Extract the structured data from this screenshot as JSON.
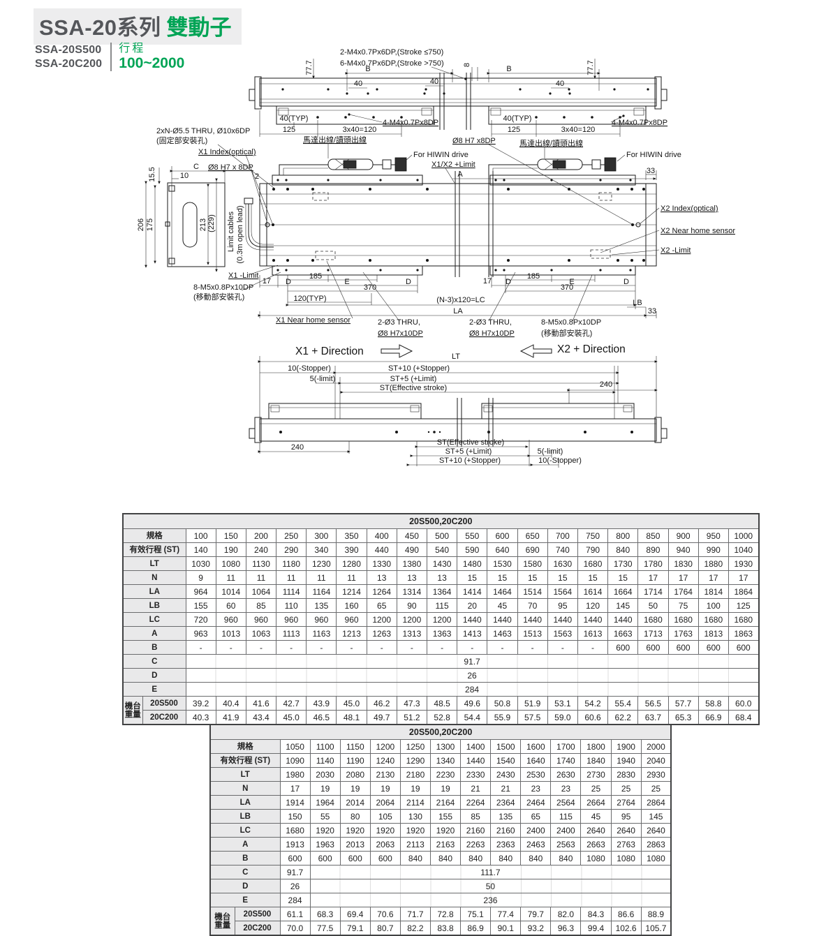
{
  "colors": {
    "accent_green": "#00A455",
    "title_gray": "#54565A",
    "band_bg": "#EDEDEE"
  },
  "header": {
    "series_title": "SSA-20系列",
    "series_subtitle": "雙動子",
    "model1": "SSA-20S500",
    "model2": "SSA-20C200",
    "stroke_label": "行程",
    "stroke_range": "100~2000"
  },
  "drawing": {
    "labels": {
      "screw_top1": "2-M4x0.7Px6DP,(Stroke ≤750)",
      "screw_top2": "6-M4x0.7Px6DP,(Stroke >750)",
      "dim_777_left": "77.7",
      "dim_777_right": "77.7",
      "dim_b_left": "B",
      "dim_b_right": "B",
      "dim_8": "8",
      "dim_40_a": "40",
      "dim_40_b": "40",
      "dim_40_c": "40",
      "dim_40typ_left": "40(TYP)",
      "dim_125_left": "125",
      "dim_3x40_left": "3x40=120",
      "screw_4m4_left": "4-M4x0.7Px8DP",
      "dim_40typ_right": "40(TYP)",
      "dim_125_right": "125",
      "dim_3x40_right": "3x40=120",
      "screw_4m4_right": "4-M4x0.7Px8DP",
      "hole_note1": "2xN-Ø5.5 THRU, Ø10x6DP",
      "hole_note1b": "(固定部安裝孔)",
      "x1_index": "X1 Index(optical)",
      "pin_left": "Ø8 H7 x 8DP",
      "cable_left": "馬達出線/讀頭出線",
      "hiwin_left": "For HIWIN drive",
      "pin_right": "Ø8 H7 x8DP",
      "cable_right": "馬達出線/讀頭出線",
      "hiwin_right": "For HIWIN drive",
      "x1x2_limit": "X1/X2 +Limit",
      "dim_2": "2",
      "dim_a": "A",
      "dim_33_top": "33",
      "x2_index": "X2 Index(optical)",
      "x2_near_home": "X2 Near home sensor",
      "x2_limit": "X2 -Limit",
      "dim_155": "15.5",
      "dim_c": "C",
      "dim_10": "10",
      "dim_206": "206",
      "dim_175": "175",
      "dim_213": "213",
      "dim_229": "(229)",
      "limit_cables1": "Limit cables",
      "limit_cables2": "(0.3m open lead)",
      "x1_limit": "X1 -Limit",
      "screw_8m5_left1": "8-M5x0.8Px10DP",
      "screw_8m5_left2": "(移動部安裝孔)",
      "dim_17_left": "17",
      "dim_d1": "D",
      "dim_185_left": "185",
      "dim_e_left": "E",
      "dim_d2": "D",
      "dim_370_left": "370",
      "dim_120typ": "120(TYP)",
      "dim_17_right": "17",
      "dim_d3": "D",
      "dim_185_right": "185",
      "dim_e_right": "E",
      "dim_d4": "D",
      "dim_370_right": "370",
      "dim_n3": "(N-3)x120=LC",
      "dim_la": "LA",
      "dim_lb": "LB",
      "dim_33_bottom": "33",
      "x1_near_home": "X1 Near home sensor",
      "hole_2d3_1a": "2-Ø3 THRU,",
      "hole_2d3_1b": "Ø8 H7x10DP",
      "hole_2d3_2a": "2-Ø3 THRU,",
      "hole_2d3_2b": "Ø8 H7x10DP",
      "screw_8m5_right1": "8-M5x0.8Px10DP",
      "screw_8m5_right2": "(移動部安裝孔)",
      "x1_direction": "X1 + Direction",
      "x2_direction": "X2 + Direction",
      "dim_lt": "LT",
      "s_10stop_l": "10(-Stopper)",
      "s_st10_l": "ST+10 (+Stopper)",
      "s_5lim_l": "5(-limit)",
      "s_st5_l": "ST+5 (+Limit)",
      "s_st_l": "ST(Effective stroke)",
      "dim_240_tr": "240",
      "dim_240_bl": "240",
      "s_st_b": "ST(Effective stroke)",
      "s_st5_b": "ST+5 (+Limit)",
      "s_5lim_b": "5(-limit)",
      "s_st10_b": "ST+10 (+Stopper)",
      "s_10stop_b": "10(-Stopper)"
    }
  },
  "table1": {
    "title": "20S500,20C200",
    "group_label": "機台重量",
    "rows": [
      {
        "label": "規格",
        "values": [
          "100",
          "150",
          "200",
          "250",
          "300",
          "350",
          "400",
          "450",
          "500",
          "550",
          "600",
          "650",
          "700",
          "750",
          "800",
          "850",
          "900",
          "950",
          "1000"
        ]
      },
      {
        "label": "有效行程 (ST)",
        "values": [
          "140",
          "190",
          "240",
          "290",
          "340",
          "390",
          "440",
          "490",
          "540",
          "590",
          "640",
          "690",
          "740",
          "790",
          "840",
          "890",
          "940",
          "990",
          "1040"
        ]
      },
      {
        "label": "LT",
        "values": [
          "1030",
          "1080",
          "1130",
          "1180",
          "1230",
          "1280",
          "1330",
          "1380",
          "1430",
          "1480",
          "1530",
          "1580",
          "1630",
          "1680",
          "1730",
          "1780",
          "1830",
          "1880",
          "1930"
        ]
      },
      {
        "label": "N",
        "values": [
          "9",
          "11",
          "11",
          "11",
          "11",
          "11",
          "13",
          "13",
          "13",
          "15",
          "15",
          "15",
          "15",
          "15",
          "15",
          "17",
          "17",
          "17",
          "17"
        ]
      },
      {
        "label": "LA",
        "values": [
          "964",
          "1014",
          "1064",
          "1114",
          "1164",
          "1214",
          "1264",
          "1314",
          "1364",
          "1414",
          "1464",
          "1514",
          "1564",
          "1614",
          "1664",
          "1714",
          "1764",
          "1814",
          "1864"
        ]
      },
      {
        "label": "LB",
        "values": [
          "155",
          "60",
          "85",
          "110",
          "135",
          "160",
          "65",
          "90",
          "115",
          "20",
          "45",
          "70",
          "95",
          "120",
          "145",
          "50",
          "75",
          "100",
          "125"
        ]
      },
      {
        "label": "LC",
        "values": [
          "720",
          "960",
          "960",
          "960",
          "960",
          "960",
          "1200",
          "1200",
          "1200",
          "1440",
          "1440",
          "1440",
          "1440",
          "1440",
          "1440",
          "1680",
          "1680",
          "1680",
          "1680"
        ]
      },
      {
        "label": "A",
        "values": [
          "963",
          "1013",
          "1063",
          "1113",
          "1163",
          "1213",
          "1263",
          "1313",
          "1363",
          "1413",
          "1463",
          "1513",
          "1563",
          "1613",
          "1663",
          "1713",
          "1763",
          "1813",
          "1863"
        ]
      },
      {
        "label": "B",
        "values": [
          "-",
          "-",
          "-",
          "-",
          "-",
          "-",
          "-",
          "-",
          "-",
          "-",
          "-",
          "-",
          "-",
          "-",
          "600",
          "600",
          "600",
          "600",
          "600"
        ]
      },
      {
        "label": "C",
        "merge": "91.7"
      },
      {
        "label": "D",
        "merge": "26"
      },
      {
        "label": "E",
        "merge": "284"
      },
      {
        "label": "20S500",
        "weight": true,
        "values": [
          "39.2",
          "40.4",
          "41.6",
          "42.7",
          "43.9",
          "45.0",
          "46.2",
          "47.3",
          "48.5",
          "49.6",
          "50.8",
          "51.9",
          "53.1",
          "54.2",
          "55.4",
          "56.5",
          "57.7",
          "58.8",
          "60.0"
        ]
      },
      {
        "label": "20C200",
        "weight": true,
        "values": [
          "40.3",
          "41.9",
          "43.4",
          "45.0",
          "46.5",
          "48.1",
          "49.7",
          "51.2",
          "52.8",
          "54.4",
          "55.9",
          "57.5",
          "59.0",
          "60.6",
          "62.2",
          "63.7",
          "65.3",
          "66.9",
          "68.4"
        ]
      }
    ]
  },
  "table2": {
    "title": "20S500,20C200",
    "group_label": "機台重量",
    "rows": [
      {
        "label": "規格",
        "values": [
          "1050",
          "1100",
          "1150",
          "1200",
          "1250",
          "1300",
          "1400",
          "1500",
          "1600",
          "1700",
          "1800",
          "1900",
          "2000"
        ]
      },
      {
        "label": "有效行程 (ST)",
        "values": [
          "1090",
          "1140",
          "1190",
          "1240",
          "1290",
          "1340",
          "1440",
          "1540",
          "1640",
          "1740",
          "1840",
          "1940",
          "2040"
        ]
      },
      {
        "label": "LT",
        "values": [
          "1980",
          "2030",
          "2080",
          "2130",
          "2180",
          "2230",
          "2330",
          "2430",
          "2530",
          "2630",
          "2730",
          "2830",
          "2930"
        ]
      },
      {
        "label": "N",
        "values": [
          "17",
          "19",
          "19",
          "19",
          "19",
          "19",
          "21",
          "21",
          "23",
          "23",
          "25",
          "25",
          "25"
        ]
      },
      {
        "label": "LA",
        "values": [
          "1914",
          "1964",
          "2014",
          "2064",
          "2114",
          "2164",
          "2264",
          "2364",
          "2464",
          "2564",
          "2664",
          "2764",
          "2864"
        ]
      },
      {
        "label": "LB",
        "values": [
          "150",
          "55",
          "80",
          "105",
          "130",
          "155",
          "85",
          "135",
          "65",
          "115",
          "45",
          "95",
          "145"
        ]
      },
      {
        "label": "LC",
        "values": [
          "1680",
          "1920",
          "1920",
          "1920",
          "1920",
          "1920",
          "2160",
          "2160",
          "2400",
          "2400",
          "2640",
          "2640",
          "2640"
        ]
      },
      {
        "label": "A",
        "values": [
          "1913",
          "1963",
          "2013",
          "2063",
          "2113",
          "2163",
          "2263",
          "2363",
          "2463",
          "2563",
          "2663",
          "2763",
          "2863"
        ]
      },
      {
        "label": "B",
        "values": [
          "600",
          "600",
          "600",
          "600",
          "840",
          "840",
          "840",
          "840",
          "840",
          "840",
          "1080",
          "1080",
          "1080"
        ]
      },
      {
        "label": "C",
        "first": "91.7",
        "merge": "111.7"
      },
      {
        "label": "D",
        "first": "26",
        "merge": "50"
      },
      {
        "label": "E",
        "first": "284",
        "merge": "236"
      },
      {
        "label": "20S500",
        "weight": true,
        "values": [
          "61.1",
          "68.3",
          "69.4",
          "70.6",
          "71.7",
          "72.8",
          "75.1",
          "77.4",
          "79.7",
          "82.0",
          "84.3",
          "86.6",
          "88.9"
        ]
      },
      {
        "label": "20C200",
        "weight": true,
        "values": [
          "70.0",
          "77.5",
          "79.1",
          "80.7",
          "82.2",
          "83.8",
          "86.9",
          "90.1",
          "93.2",
          "96.3",
          "99.4",
          "102.6",
          "105.7"
        ]
      }
    ]
  }
}
